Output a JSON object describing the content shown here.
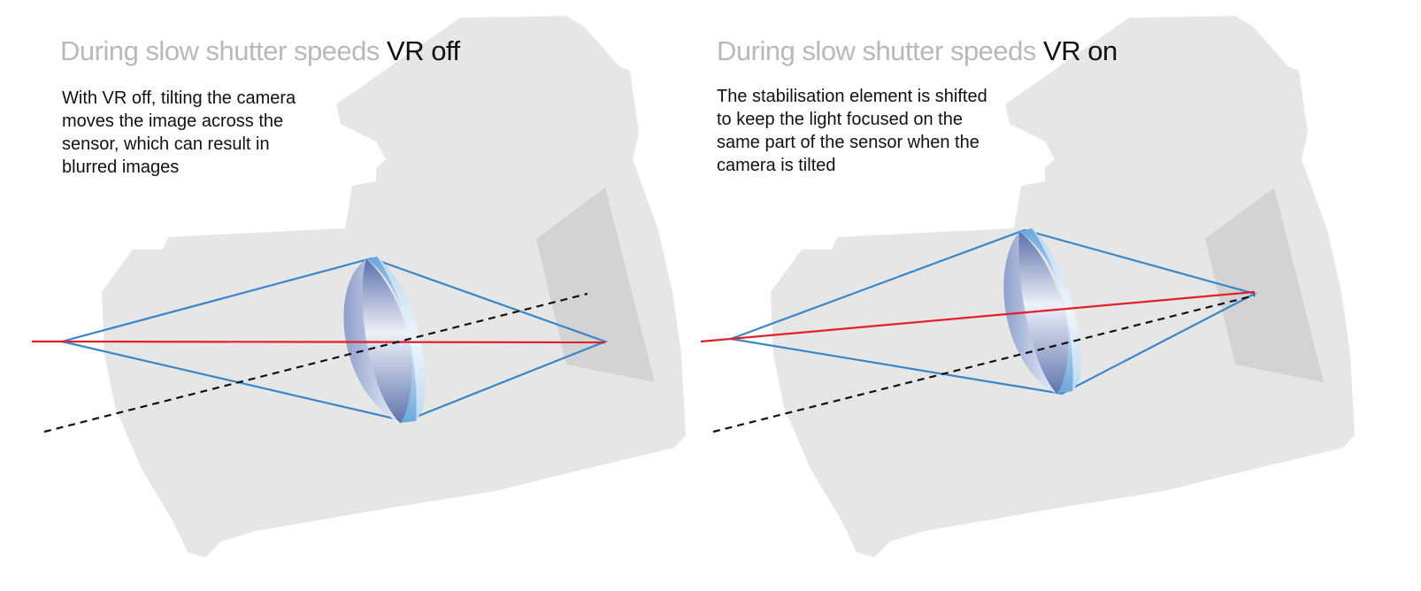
{
  "panels": [
    {
      "id": "vr-off",
      "title_lead": "During slow shutter speeds",
      "title_mode": "VR off",
      "description": "With VR off, tilting the camera moves the image across the sensor, which can result in blurred images"
    },
    {
      "id": "vr-on",
      "title_lead": "During slow shutter speeds",
      "title_mode": "VR on",
      "description": "The stabilisation element is shifted to keep the light focused on the same part of the sensor when the camera is tilted"
    }
  ],
  "colors": {
    "camera_body": "#e6e6e6",
    "sensor": "#d3d3d3",
    "light_rays": "#3a86c8",
    "center_ray": "#e0202a",
    "optical_axis": "#111111",
    "lens_dark": "#4a5fa0",
    "lens_light": "#cfe0f2",
    "title_lead": "#b9b9b9",
    "text": "#111111"
  }
}
